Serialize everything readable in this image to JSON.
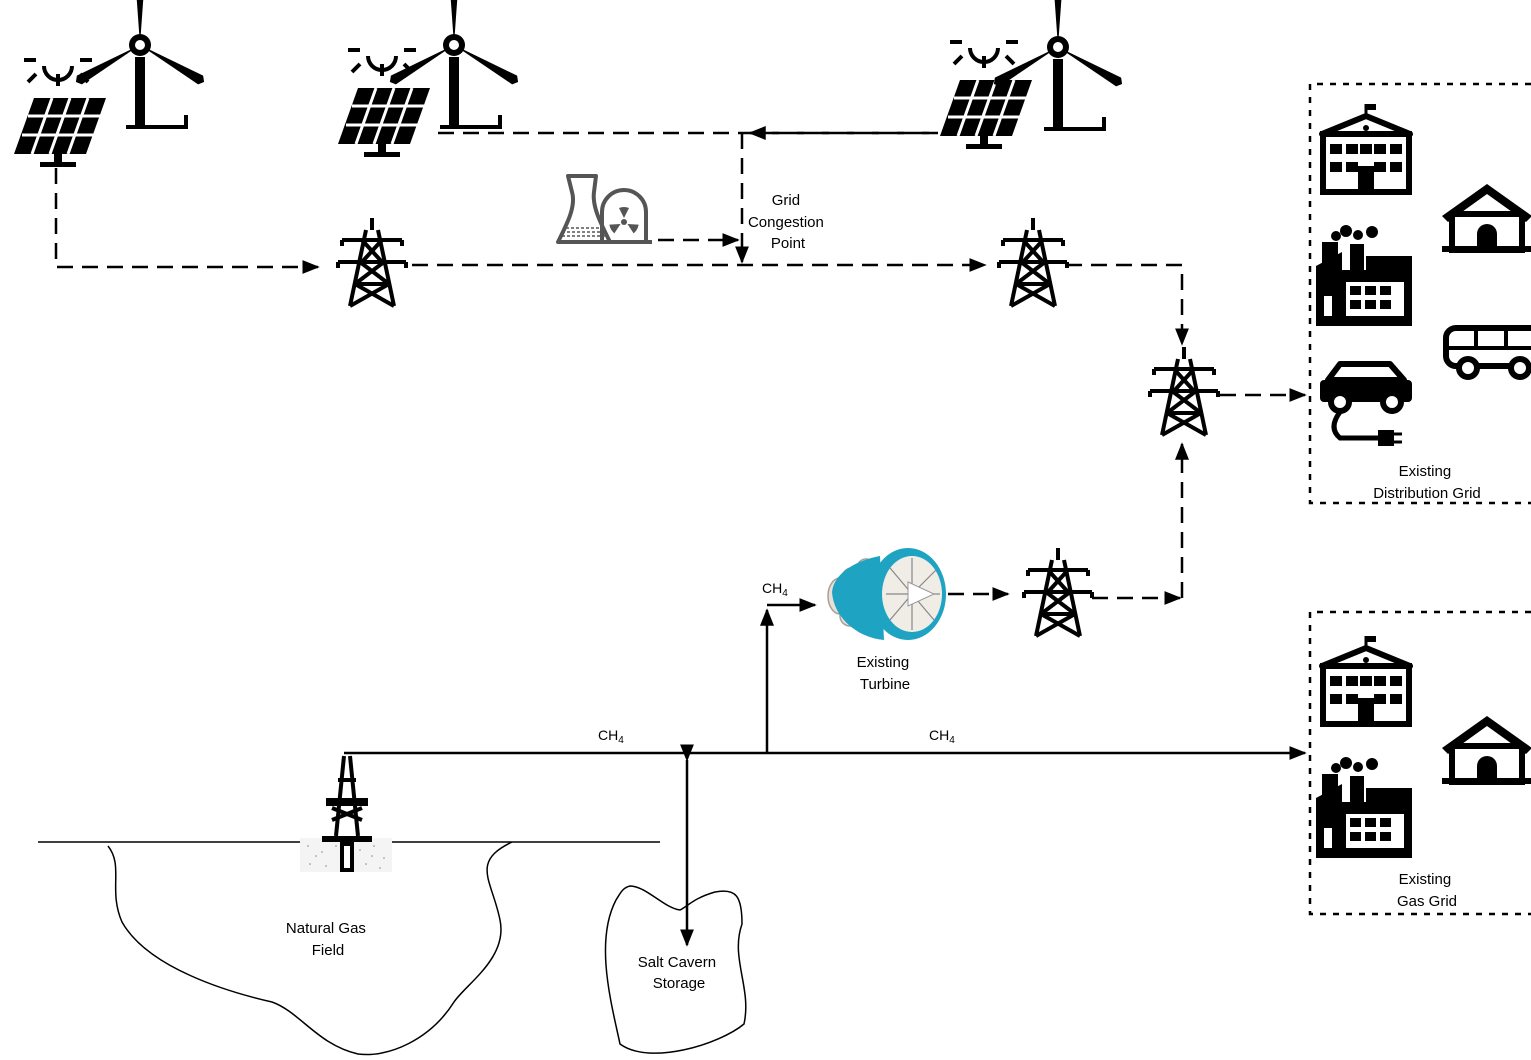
{
  "labels": {
    "grid_congestion": [
      "Grid",
      "Congestion",
      "Point"
    ],
    "distribution_grid": [
      "Existing",
      "Distribution Grid"
    ],
    "gas_grid": [
      "Existing",
      "Gas Grid"
    ],
    "turbine": [
      "Existing",
      "Turbine"
    ],
    "gas_field": [
      "Natural Gas",
      "Field"
    ],
    "salt_cavern": [
      "Salt Cavern",
      "Storage"
    ],
    "ch4_main": "CH",
    "ch4_sub": "4"
  },
  "colors": {
    "line": "#000000",
    "turbine_body": "#1fa3c2",
    "turbine_blades": "#e8e0d8",
    "plant_icon": "#555555"
  },
  "icons": [
    "solar-panel-icon",
    "wind-turbine-icon",
    "transmission-tower-icon",
    "nuclear-plant-icon",
    "gas-turbine-icon",
    "oil-rig-icon",
    "school-icon",
    "factory-icon",
    "house-icon",
    "bus-icon",
    "electric-car-icon"
  ]
}
